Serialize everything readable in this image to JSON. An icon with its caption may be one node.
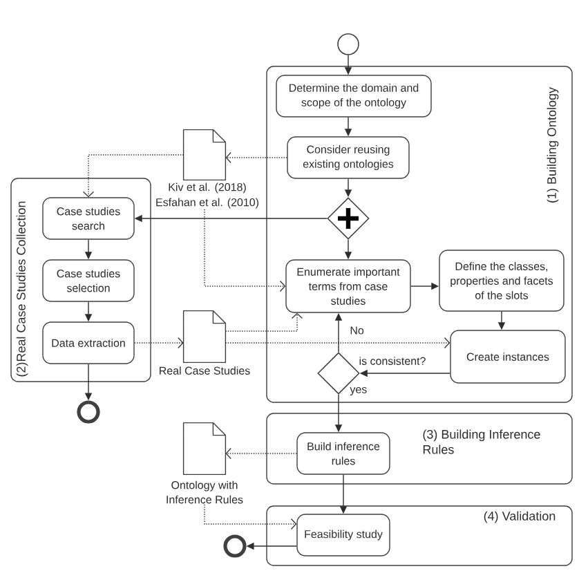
{
  "diagram": {
    "nodes": [
      {
        "text": [],
        "shape": "circle"
      },
      {
        "text": [
          "(1) Building Ontology"
        ]
      },
      {
        "text": [
          "Determine the domain and scope of the ontology"
        ],
        "in": 1
      },
      {
        "text": [
          "Consider reusing existing ontologies"
        ],
        "in": 1
      },
      {
        "text": [],
        "shape": "diamond",
        "in": 1
      },
      {
        "text": [
          "Kiv et al. (2018)",
          "Esfahan et al. (2010)"
        ]
      },
      {
        "text": [
          "(2)Real Case Studies Collection"
        ]
      },
      {
        "text": [
          "Case studies search"
        ],
        "in": 6
      },
      {
        "text": [
          "Case studies selection"
        ],
        "in": 6
      },
      {
        "text": [
          "Data extraction"
        ],
        "in": 6
      },
      {
        "text": [
          "Enumerate important terms from case studies"
        ],
        "in": 1
      },
      {
        "text": [
          "Define the classes, properties and facets of the slots"
        ],
        "in": 1
      },
      {
        "text": [
          "Real Case Studies"
        ]
      },
      {
        "text": [
          "Create instances"
        ],
        "in": 1
      },
      {
        "text": [],
        "shape": "diamond",
        "in": 1,
        "beside": [
          "is consistent?"
        ]
      },
      {
        "text": [],
        "shape": "circle"
      },
      {
        "text": [
          "(3) Building Inference Rules"
        ]
      },
      {
        "text": [
          "Ontology with Inference Rules"
        ]
      },
      {
        "text": [
          "Build inference rules"
        ],
        "in": 16
      },
      {
        "text": [
          "(4) Validation"
        ]
      },
      {
        "text": [],
        "shape": "circle"
      },
      {
        "text": [
          "Feasibility study"
        ],
        "in": 19
      }
    ],
    "edges": [
      {
        "from": 0,
        "to": 2,
        "arrow": "to"
      },
      {
        "from": 2,
        "to": 3,
        "arrow": "to"
      },
      {
        "from": 3,
        "to": 4,
        "arrow": "to"
      },
      {
        "from": 3,
        "to": 5,
        "arrow": "to",
        "style": "dashed"
      },
      {
        "from": 4,
        "to": 7,
        "arrow": "to"
      },
      {
        "from": 4,
        "to": 10,
        "arrow": "to"
      },
      {
        "from": 5,
        "to": 7,
        "arrow": "to",
        "style": "dashed"
      },
      {
        "from": 5,
        "to": 10,
        "arrow": "to",
        "style": "dashed"
      },
      {
        "from": 7,
        "to": 8,
        "arrow": "to"
      },
      {
        "from": 8,
        "to": 9,
        "arrow": "to"
      },
      {
        "from": 9,
        "to": 15,
        "arrow": "to"
      },
      {
        "from": 9,
        "to": 12,
        "arrow": "to",
        "style": "dashed"
      },
      {
        "from": 10,
        "to": 11,
        "arrow": "to"
      },
      {
        "from": 11,
        "to": 13,
        "arrow": "to"
      },
      {
        "from": 12,
        "to": 10,
        "arrow": "to",
        "style": "dashed"
      },
      {
        "from": 12,
        "to": 13,
        "arrow": "to",
        "style": "dashed"
      },
      {
        "from": 13,
        "to": 14,
        "arrow": "to"
      },
      {
        "from": 14,
        "to": 10,
        "arrow": "to",
        "label": "No"
      },
      {
        "from": 14,
        "to": 18,
        "arrow": "to",
        "label": "yes"
      },
      {
        "from": 18,
        "to": 17,
        "arrow": "to",
        "style": "dashed"
      },
      {
        "from": 18,
        "to": 21,
        "arrow": "to"
      },
      {
        "from": 17,
        "to": 21,
        "arrow": "to",
        "style": "dashed"
      },
      {
        "from": 21,
        "to": 20,
        "arrow": "to"
      }
    ]
  }
}
